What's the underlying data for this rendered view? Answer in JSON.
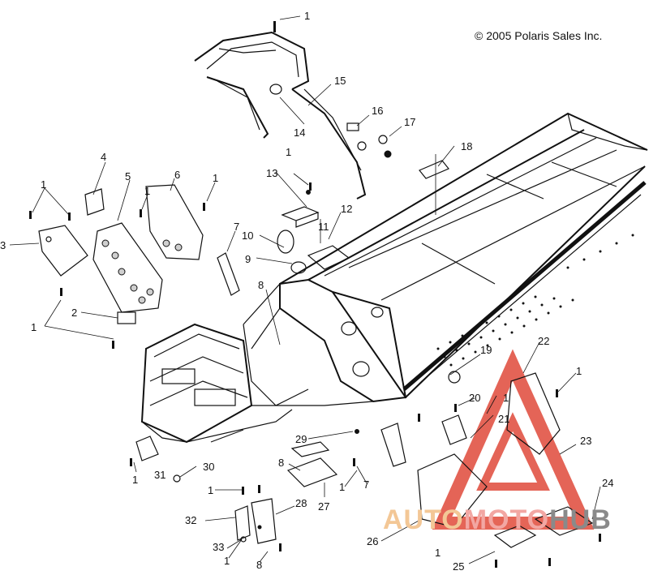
{
  "copyright": "© 2005 Polaris Sales Inc.",
  "watermark": {
    "part1": "AUTO",
    "part2": "MOTO",
    "part3": "HUB",
    "colors": {
      "triangle": "#e04a3a",
      "part1": "#f3c796",
      "part2": "#f2a7a3",
      "part3": "#8a8a8a"
    }
  },
  "callouts": {
    "c1_top": "1",
    "c15": "15",
    "c16": "16",
    "c14": "14",
    "c17": "17",
    "c18": "18",
    "c4": "4",
    "c5": "5",
    "c6": "6",
    "c1_a": "1",
    "c1_b": "1",
    "c1_c": "1",
    "c1_d": "1",
    "c13": "13",
    "c12": "12",
    "c3": "3",
    "c7": "7",
    "c11": "11",
    "c10": "10",
    "c9": "9",
    "c8_a": "8",
    "c2": "2",
    "c1_e": "1",
    "c19": "19",
    "c22": "22",
    "c1_f": "1",
    "c20": "20",
    "c1_g": "1",
    "c21": "21",
    "c23": "23",
    "c29": "29",
    "c1_h": "1",
    "c31": "31",
    "c30": "30",
    "c8_b": "8",
    "c1_i": "1",
    "c7_b": "7",
    "c1_j": "1",
    "c27": "27",
    "c24": "24",
    "c28": "28",
    "c32": "32",
    "c33": "33",
    "c1_k": "1",
    "c8_c": "8",
    "c26": "26",
    "c1_l": "1",
    "c25": "25"
  }
}
